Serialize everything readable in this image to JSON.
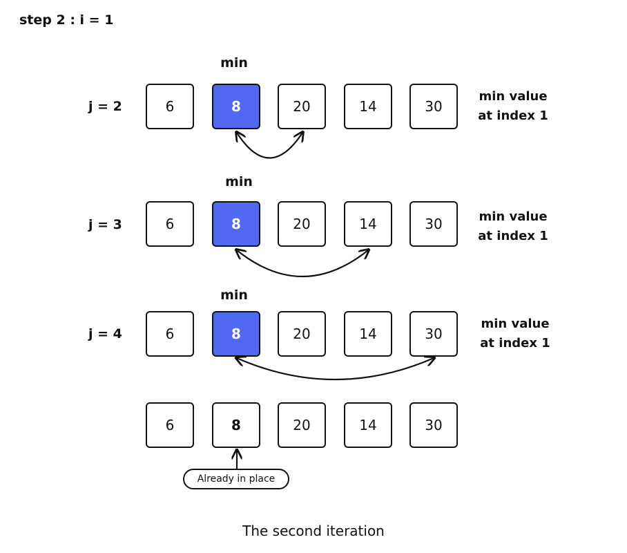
{
  "title": "step 2 : i = 1",
  "rows": [
    {
      "j_label": "j = 2",
      "min_label": "min",
      "values": [
        "6",
        "8",
        "20",
        "14",
        "30"
      ],
      "min_index": 1,
      "compare_index": 2,
      "note_line1": "min value",
      "note_line2": "at index 1"
    },
    {
      "j_label": "j = 3",
      "min_label": "min",
      "values": [
        "6",
        "8",
        "20",
        "14",
        "30"
      ],
      "min_index": 1,
      "compare_index": 3,
      "note_line1": "min value",
      "note_line2": "at index 1"
    },
    {
      "j_label": "j = 4",
      "min_label": "min",
      "values": [
        "6",
        "8",
        "20",
        "14",
        "30"
      ],
      "min_index": 1,
      "compare_index": 4,
      "note_line1": "min value",
      "note_line2": "at index 1"
    }
  ],
  "final_row": {
    "values": [
      "6",
      "8",
      "20",
      "14",
      "30"
    ],
    "highlight_index": 1
  },
  "pill_text": "Already in place",
  "caption": "The second iteration",
  "colors": {
    "min_fill": "#5068f2",
    "stroke": "#111111"
  }
}
